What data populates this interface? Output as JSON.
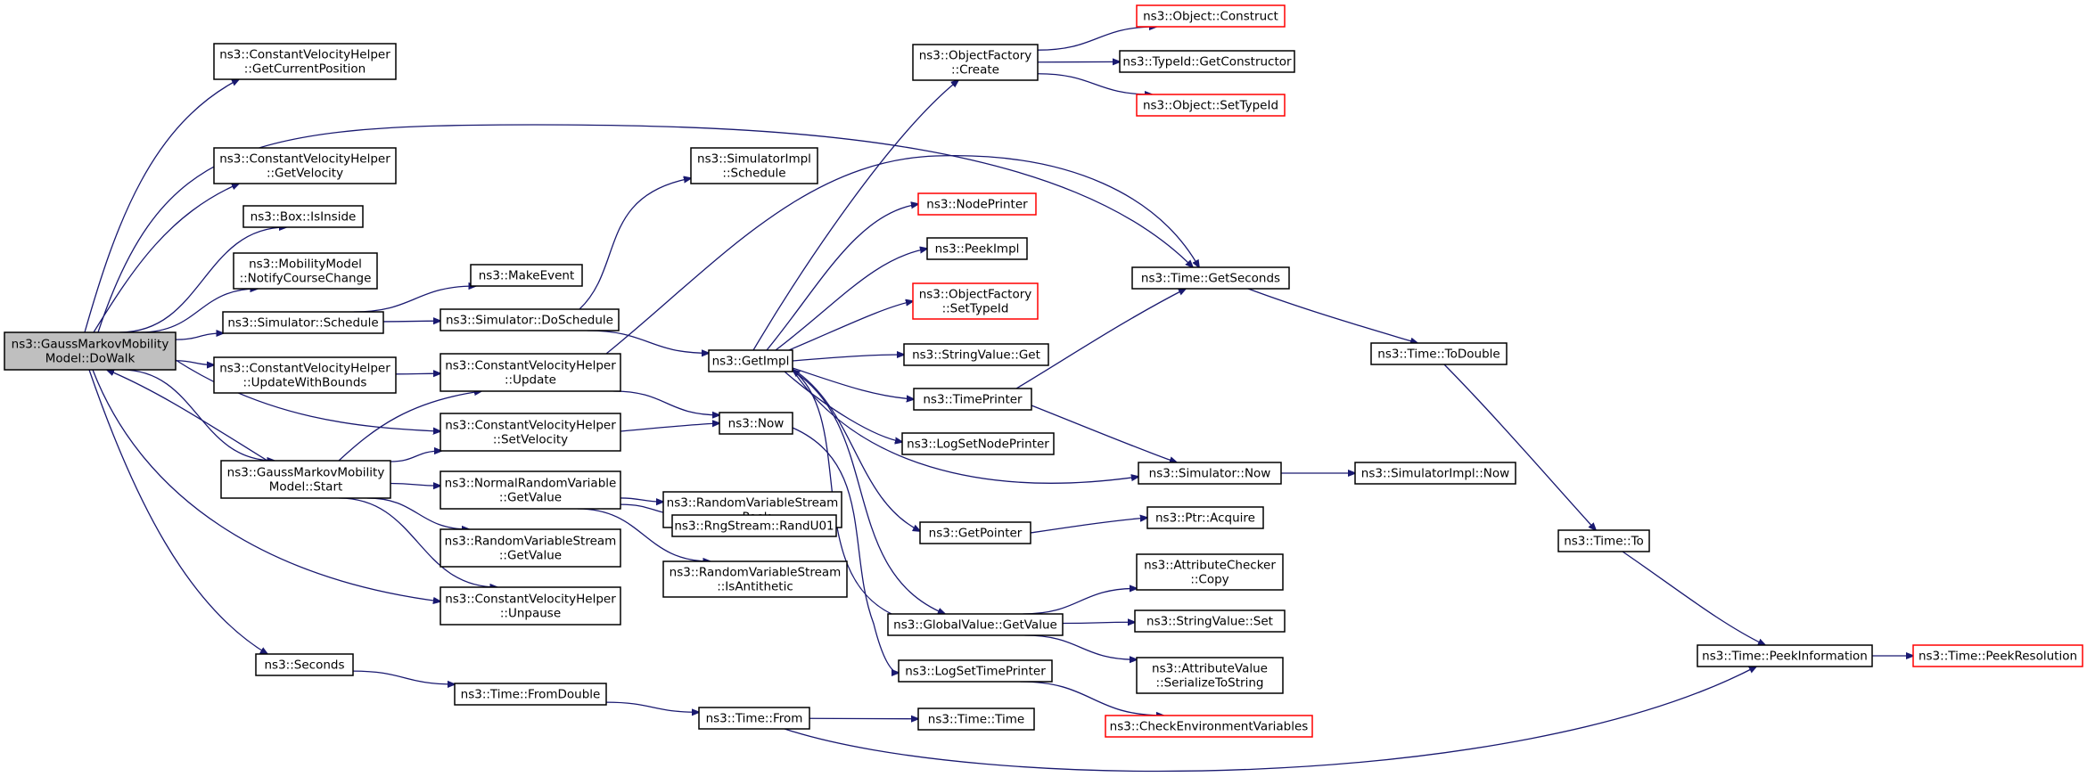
{
  "graph": {
    "edge_color": "#191970",
    "root_fill": "#bfbfbf",
    "missing_border": "#ff0000",
    "nodes": [
      {
        "id": "dowalk",
        "lines": [
          "ns3::GaussMarkovMobility",
          "Model::DoWalk"
        ],
        "style": "root"
      },
      {
        "id": "cvh_getpos",
        "lines": [
          "ns3::ConstantVelocityHelper",
          "::GetCurrentPosition"
        ]
      },
      {
        "id": "cvh_getvel",
        "lines": [
          "ns3::ConstantVelocityHelper",
          "::GetVelocity"
        ]
      },
      {
        "id": "box_isinside",
        "lines": [
          "ns3::Box::IsInside"
        ]
      },
      {
        "id": "mm_notify",
        "lines": [
          "ns3::MobilityModel",
          "::NotifyCourseChange"
        ]
      },
      {
        "id": "sim_schedule",
        "lines": [
          "ns3::Simulator::Schedule"
        ]
      },
      {
        "id": "cvh_updbounds",
        "lines": [
          "ns3::ConstantVelocityHelper",
          "::UpdateWithBounds"
        ]
      },
      {
        "id": "gmm_start",
        "lines": [
          "ns3::GaussMarkovMobility",
          "Model::Start"
        ]
      },
      {
        "id": "seconds",
        "lines": [
          "ns3::Seconds"
        ]
      },
      {
        "id": "makeevent",
        "lines": [
          "ns3::MakeEvent"
        ]
      },
      {
        "id": "sim_doschedule",
        "lines": [
          "ns3::Simulator::DoSchedule"
        ]
      },
      {
        "id": "cvh_update",
        "lines": [
          "ns3::ConstantVelocityHelper",
          "::Update"
        ]
      },
      {
        "id": "cvh_setvel",
        "lines": [
          "ns3::ConstantVelocityHelper",
          "::SetVelocity"
        ]
      },
      {
        "id": "nrv_getvalue",
        "lines": [
          "ns3::NormalRandomVariable",
          "::GetValue"
        ]
      },
      {
        "id": "rvs_getvalue",
        "lines": [
          "ns3::RandomVariableStream",
          "::GetValue"
        ]
      },
      {
        "id": "cvh_unpause",
        "lines": [
          "ns3::ConstantVelocityHelper",
          "::Unpause"
        ]
      },
      {
        "id": "time_fromdouble",
        "lines": [
          "ns3::Time::FromDouble"
        ]
      },
      {
        "id": "simimpl_schedule",
        "lines": [
          "ns3::SimulatorImpl",
          "::Schedule"
        ]
      },
      {
        "id": "now",
        "lines": [
          "ns3::Now"
        ]
      },
      {
        "id": "rvs_peek",
        "lines": [
          "ns3::RandomVariableStream",
          "::Peek"
        ]
      },
      {
        "id": "rng_randu01",
        "lines": [
          "ns3::RngStream::RandU01"
        ]
      },
      {
        "id": "rvs_isanti",
        "lines": [
          "ns3::RandomVariableStream",
          "::IsAntithetic"
        ]
      },
      {
        "id": "time_from",
        "lines": [
          "ns3::Time::From"
        ]
      },
      {
        "id": "getimpl",
        "lines": [
          "ns3::GetImpl"
        ]
      },
      {
        "id": "of_create",
        "lines": [
          "ns3::ObjectFactory",
          "::Create"
        ]
      },
      {
        "id": "nodeprinter",
        "lines": [
          "ns3::NodePrinter"
        ],
        "style": "missing"
      },
      {
        "id": "peekimpl",
        "lines": [
          "ns3::PeekImpl"
        ]
      },
      {
        "id": "of_settypeid",
        "lines": [
          "ns3::ObjectFactory",
          "::SetTypeId"
        ],
        "style": "missing"
      },
      {
        "id": "stringvalue_get",
        "lines": [
          "ns3::StringValue::Get"
        ]
      },
      {
        "id": "timeprinter",
        "lines": [
          "ns3::TimePrinter"
        ]
      },
      {
        "id": "logsetnodeprinter",
        "lines": [
          "ns3::LogSetNodePrinter"
        ]
      },
      {
        "id": "getpointer",
        "lines": [
          "ns3::GetPointer"
        ]
      },
      {
        "id": "gv_getvalue",
        "lines": [
          "ns3::GlobalValue::GetValue"
        ]
      },
      {
        "id": "logsettimeprinter",
        "lines": [
          "ns3::LogSetTimePrinter"
        ]
      },
      {
        "id": "time_time",
        "lines": [
          "ns3::Time::Time"
        ]
      },
      {
        "id": "obj_construct",
        "lines": [
          "ns3::Object::Construct"
        ],
        "style": "missing"
      },
      {
        "id": "typeid_getctor",
        "lines": [
          "ns3::TypeId::GetConstructor"
        ]
      },
      {
        "id": "obj_settypeid",
        "lines": [
          "ns3::Object::SetTypeId"
        ],
        "style": "missing"
      },
      {
        "id": "time_getseconds",
        "lines": [
          "ns3::Time::GetSeconds"
        ]
      },
      {
        "id": "sim_now",
        "lines": [
          "ns3::Simulator::Now"
        ]
      },
      {
        "id": "ptr_acquire",
        "lines": [
          "ns3::Ptr::Acquire"
        ]
      },
      {
        "id": "ac_copy",
        "lines": [
          "ns3::AttributeChecker",
          "::Copy"
        ]
      },
      {
        "id": "stringvalue_set",
        "lines": [
          "ns3::StringValue::Set"
        ]
      },
      {
        "id": "av_serialize",
        "lines": [
          "ns3::AttributeValue",
          "::SerializeToString"
        ]
      },
      {
        "id": "checkenv",
        "lines": [
          "ns3::CheckEnvironmentVariables"
        ],
        "style": "missing"
      },
      {
        "id": "time_todouble",
        "lines": [
          "ns3::Time::ToDouble"
        ]
      },
      {
        "id": "simimpl_now",
        "lines": [
          "ns3::SimulatorImpl::Now"
        ]
      },
      {
        "id": "time_to",
        "lines": [
          "ns3::Time::To"
        ]
      },
      {
        "id": "time_peekinfo",
        "lines": [
          "ns3::Time::PeekInformation"
        ]
      },
      {
        "id": "time_peekres",
        "lines": [
          "ns3::Time::PeekResolution"
        ],
        "style": "missing"
      }
    ],
    "edges": [
      [
        "dowalk",
        "cvh_getpos"
      ],
      [
        "dowalk",
        "cvh_getvel"
      ],
      [
        "dowalk",
        "box_isinside"
      ],
      [
        "dowalk",
        "mm_notify"
      ],
      [
        "dowalk",
        "sim_schedule"
      ],
      [
        "dowalk",
        "cvh_updbounds"
      ],
      [
        "dowalk",
        "gmm_start"
      ],
      [
        "dowalk",
        "seconds"
      ],
      [
        "dowalk",
        "cvh_setvel"
      ],
      [
        "dowalk",
        "cvh_unpause"
      ],
      [
        "dowalk",
        "time_getseconds"
      ],
      [
        "sim_schedule",
        "makeevent"
      ],
      [
        "sim_schedule",
        "sim_doschedule"
      ],
      [
        "cvh_updbounds",
        "cvh_update"
      ],
      [
        "gmm_start",
        "dowalk"
      ],
      [
        "gmm_start",
        "cvh_update"
      ],
      [
        "gmm_start",
        "cvh_setvel"
      ],
      [
        "gmm_start",
        "nrv_getvalue"
      ],
      [
        "gmm_start",
        "rvs_getvalue"
      ],
      [
        "gmm_start",
        "cvh_unpause"
      ],
      [
        "seconds",
        "time_fromdouble"
      ],
      [
        "sim_doschedule",
        "simimpl_schedule"
      ],
      [
        "sim_doschedule",
        "getimpl"
      ],
      [
        "cvh_update",
        "now"
      ],
      [
        "cvh_update",
        "time_getseconds"
      ],
      [
        "cvh_setvel",
        "now"
      ],
      [
        "nrv_getvalue",
        "rvs_peek"
      ],
      [
        "nrv_getvalue",
        "rng_randu01"
      ],
      [
        "nrv_getvalue",
        "rvs_isanti"
      ],
      [
        "time_fromdouble",
        "time_from"
      ],
      [
        "now",
        "logsettimeprinter"
      ],
      [
        "time_from",
        "time_time"
      ],
      [
        "time_from",
        "time_peekinfo"
      ],
      [
        "getimpl",
        "of_create"
      ],
      [
        "getimpl",
        "nodeprinter"
      ],
      [
        "getimpl",
        "peekimpl"
      ],
      [
        "getimpl",
        "of_settypeid"
      ],
      [
        "getimpl",
        "stringvalue_get"
      ],
      [
        "getimpl",
        "timeprinter"
      ],
      [
        "getimpl",
        "logsetnodeprinter"
      ],
      [
        "getimpl",
        "getpointer"
      ],
      [
        "getimpl",
        "gv_getvalue"
      ],
      [
        "getimpl",
        "sim_now"
      ],
      [
        "of_create",
        "obj_construct"
      ],
      [
        "of_create",
        "typeid_getctor"
      ],
      [
        "of_create",
        "obj_settypeid"
      ],
      [
        "timeprinter",
        "time_getseconds"
      ],
      [
        "timeprinter",
        "sim_now"
      ],
      [
        "getpointer",
        "ptr_acquire"
      ],
      [
        "gv_getvalue",
        "ac_copy"
      ],
      [
        "gv_getvalue",
        "stringvalue_set"
      ],
      [
        "gv_getvalue",
        "av_serialize"
      ],
      [
        "gv_getvalue",
        "getimpl"
      ],
      [
        "logsettimeprinter",
        "checkenv"
      ],
      [
        "time_getseconds",
        "time_todouble"
      ],
      [
        "sim_now",
        "simimpl_now"
      ],
      [
        "time_todouble",
        "time_to"
      ],
      [
        "time_to",
        "time_peekinfo"
      ],
      [
        "time_peekinfo",
        "time_peekres"
      ]
    ]
  }
}
